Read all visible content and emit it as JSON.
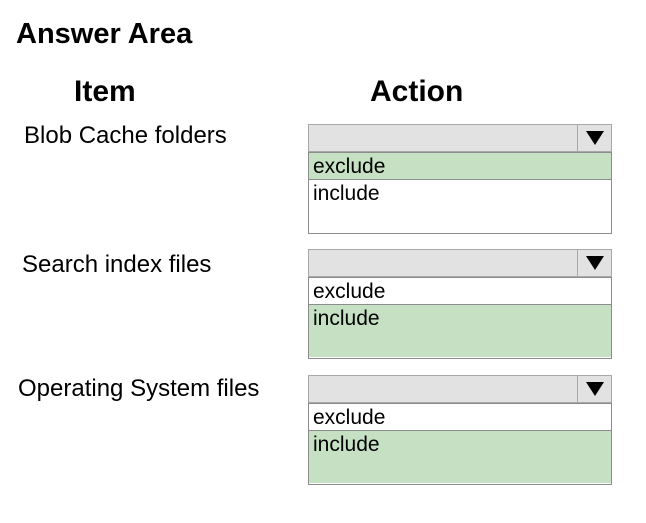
{
  "title": "Answer Area",
  "headers": {
    "item": "Item",
    "action": "Action"
  },
  "rows": [
    {
      "item": "Blob Cache folders",
      "options": [
        "exclude",
        "include"
      ],
      "selected": "exclude"
    },
    {
      "item": "Search index files",
      "options": [
        "exclude",
        "include"
      ],
      "selected": "include"
    },
    {
      "item": "Operating System files",
      "options": [
        "exclude",
        "include"
      ],
      "selected": "include"
    }
  ],
  "colors": {
    "selected_option": "#c6e0c4",
    "dropdown_header": "#e2e2e2"
  },
  "icons": {
    "dropdown_arrow": "triangle-down-icon"
  }
}
